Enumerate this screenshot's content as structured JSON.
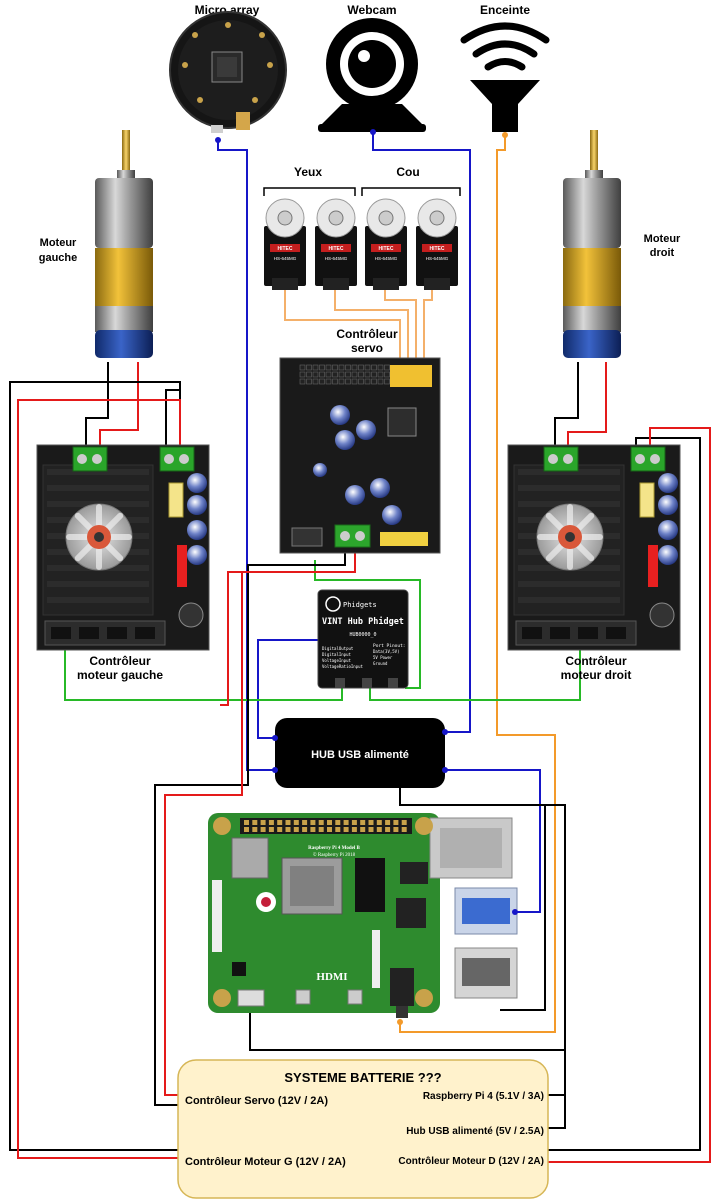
{
  "labels": {
    "micro_array": "Micro array",
    "webcam": "Webcam",
    "enceinte": "Enceinte",
    "yeux": "Yeux",
    "cou": "Cou",
    "moteur_gauche_1": "Moteur",
    "moteur_gauche_2": "gauche",
    "moteur_droit_1": "Moteur",
    "moteur_droit_2": "droit",
    "ctrl_servo_1": "Contrôleur",
    "ctrl_servo_2": "servo",
    "ctrl_mg_1": "Contrôleur",
    "ctrl_mg_2": "moteur gauche",
    "ctrl_md_1": "Contrôleur",
    "ctrl_md_2": "moteur droit",
    "hub_usb": "HUB USB alimenté"
  },
  "servo_text": "HS-645MG",
  "servo_brand": "HITEC",
  "phidget": {
    "brand": "Phidgets",
    "title": "VINT Hub Phidget",
    "model": "HUB0000_0",
    "pinout_title": "Port Pinout:",
    "functions": [
      "DigitalOutput",
      "DigitalInput",
      "VoltageInput",
      "VoltageRatioInput"
    ],
    "pins": [
      "Data(3V,5V)",
      "5V Power",
      "Ground"
    ]
  },
  "raspberry": {
    "model_line1": "Raspberry Pi 4 Model B",
    "model_line2": "© Raspberry Pi 2018",
    "hdmi": "HDMI"
  },
  "battery": {
    "title": "SYSTEME BATTERIE ???",
    "left_1": "Contrôleur Servo (12V / 2A)",
    "left_2": "Contrôleur Moteur G (12V / 2A)",
    "right_1": "Raspberry Pi 4 (5.1V / 3A)",
    "right_2": "Hub USB alimenté (5V / 2.5A)",
    "right_3": "Contrôleur Moteur D (12V / 2A)"
  },
  "colors": {
    "wire_black": "#000000",
    "wire_red": "#e41a1a",
    "wire_blue": "#1616c8",
    "wire_green": "#27b927",
    "wire_orange": "#f39a2a",
    "wire_servo": "#f4b06a",
    "battery_fill": "#fff2cc",
    "battery_stroke": "#d6b656",
    "pcb_green": "#2f8f2f"
  }
}
